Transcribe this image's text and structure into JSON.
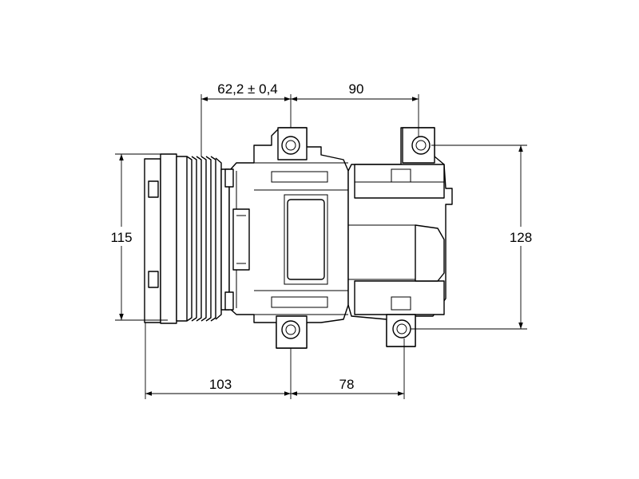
{
  "dimensions": {
    "pulley_offset": "62,2 ± 0,4",
    "top_mount_span": "90",
    "pulley_diameter": "115",
    "mount_height": "128",
    "pulley_to_mount": "103",
    "mount_to_rear": "78"
  },
  "colors": {
    "line": "#000000",
    "background": "#ffffff"
  }
}
